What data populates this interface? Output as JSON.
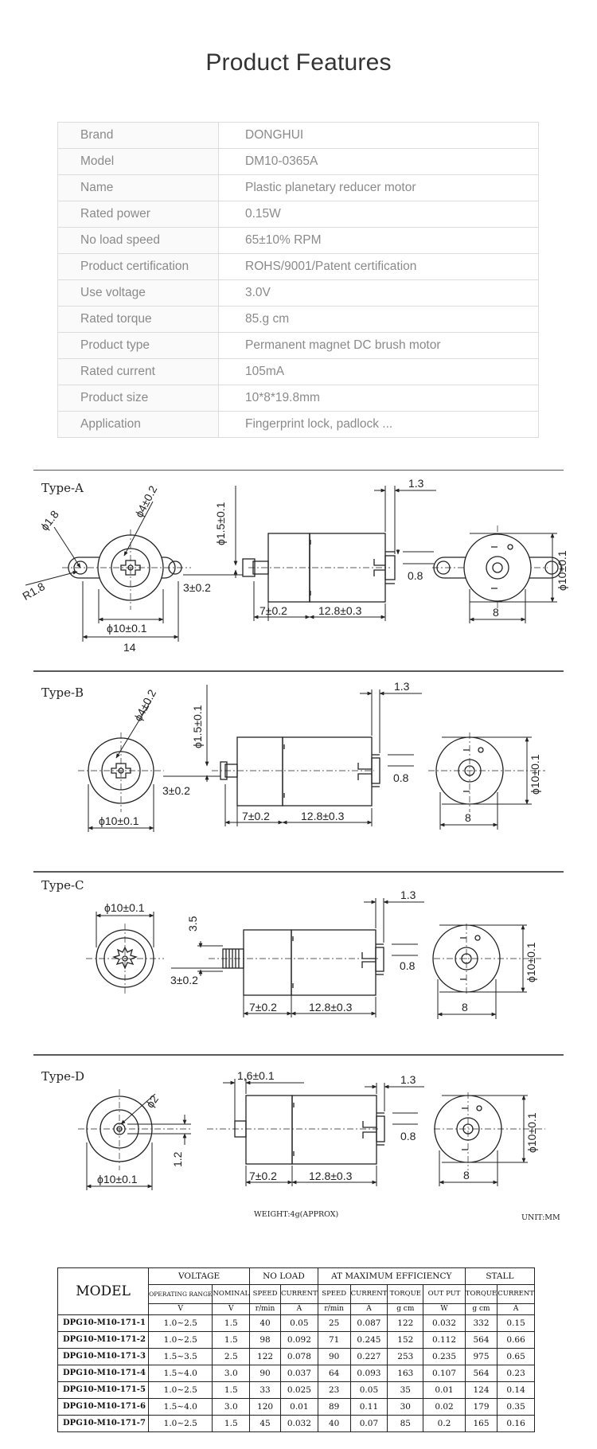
{
  "title": "Product Features",
  "specs": [
    {
      "label": "Brand",
      "value": "DONGHUI"
    },
    {
      "label": "Model",
      "value": "DM10-0365A"
    },
    {
      "label": "Name",
      "value": "Plastic planetary reducer motor"
    },
    {
      "label": "Rated power",
      "value": "0.15W"
    },
    {
      "label": "No load speed",
      "value": "65±10% RPM"
    },
    {
      "label": "Product certification",
      "value": "ROHS/9001/Patent certification"
    },
    {
      "label": "Use voltage",
      "value": "3.0V"
    },
    {
      "label": "Rated torque",
      "value": "85.g cm"
    },
    {
      "label": "Product type",
      "value": "Permanent magnet DC brush motor"
    },
    {
      "label": "Rated current",
      "value": "105mA"
    },
    {
      "label": "Product size",
      "value": "10*8*19.8mm"
    },
    {
      "label": "Application",
      "value": "Fingerprint lock, padlock ..."
    }
  ],
  "drawing": {
    "types": [
      "Type-A",
      "Type-B",
      "Type-C",
      "Type-D"
    ],
    "a": {
      "d1": "ϕ1.8",
      "d2": "ϕ4±0.2",
      "r": "R1.8",
      "d3": "ϕ10±0.1",
      "w": "14",
      "shaft": "ϕ1.5±0.1",
      "off": "3±0.2",
      "l1": "7±0.2",
      "l2": "12.8±0.3",
      "t1": "1.3",
      "t2": "0.8",
      "h": "ϕ10±0.1",
      "w2": "8"
    },
    "b": {
      "d2": "ϕ4±0.2",
      "d3": "ϕ10±0.1",
      "shaft": "ϕ1.5±0.1",
      "off": "3±0.2",
      "l1": "7±0.2",
      "l2": "12.8±0.3",
      "t1": "1.3",
      "t2": "0.8",
      "h": "ϕ10±0.1",
      "w2": "8"
    },
    "c": {
      "d3": "ϕ10±0.1",
      "g": "3.5",
      "off": "3±0.2",
      "l1": "7±0.2",
      "l2": "12.8±0.3",
      "t1": "1.3",
      "t2": "0.8",
      "h": "ϕ10±0.1",
      "w2": "8"
    },
    "d": {
      "d0": "ϕ2",
      "s": "1.2",
      "d3": "ϕ10±0.1",
      "top": "1,6±0.1",
      "l1": "7±0.2",
      "l2": "12.8±0.3",
      "t1": "1.3",
      "t2": "0.8",
      "h": "ϕ10±0.1",
      "w2": "8"
    },
    "weight": "WEIGHT:4g(APPROX)",
    "unit": "UNIT:MM"
  },
  "model_table": {
    "model_header": "MODEL",
    "groups": [
      "VOLTAGE",
      "NO LOAD",
      "AT MAXIMUM EFFICIENCY",
      "STALL"
    ],
    "subheaders": [
      "OPERATING RANGE",
      "NOMINAL",
      "SPEED",
      "CURRENT",
      "SPEED",
      "CURRENT",
      "TORQUE",
      "OUT PUT",
      "TORQUE",
      "CURRENT"
    ],
    "units": [
      "V",
      "V",
      "r/min",
      "A",
      "r/min",
      "A",
      "g cm",
      "W",
      "g cm",
      "A"
    ],
    "rows": [
      [
        "DPG10-M10-171-1",
        "1.0~2.5",
        "1.5",
        "40",
        "0.05",
        "25",
        "0.087",
        "122",
        "0.032",
        "332",
        "0.15"
      ],
      [
        "DPG10-M10-171-2",
        "1.0~2.5",
        "1.5",
        "98",
        "0.092",
        "71",
        "0.245",
        "152",
        "0.112",
        "564",
        "0.66"
      ],
      [
        "DPG10-M10-171-3",
        "1.5~3.5",
        "2.5",
        "122",
        "0.078",
        "90",
        "0.227",
        "253",
        "0.235",
        "975",
        "0.65"
      ],
      [
        "DPG10-M10-171-4",
        "1.5~4.0",
        "3.0",
        "90",
        "0.037",
        "64",
        "0.093",
        "163",
        "0.107",
        "564",
        "0.23"
      ],
      [
        "DPG10-M10-171-5",
        "1.0~2.5",
        "1.5",
        "33",
        "0.025",
        "23",
        "0.05",
        "35",
        "0.01",
        "124",
        "0.14"
      ],
      [
        "DPG10-M10-171-6",
        "1.5~4.0",
        "3.0",
        "120",
        "0.01",
        "89",
        "0.11",
        "30",
        "0.02",
        "179",
        "0.35"
      ],
      [
        "DPG10-M10-171-7",
        "1.0~2.5",
        "1.5",
        "45",
        "0.032",
        "40",
        "0.07",
        "85",
        "0.2",
        "165",
        "0.16"
      ]
    ]
  }
}
